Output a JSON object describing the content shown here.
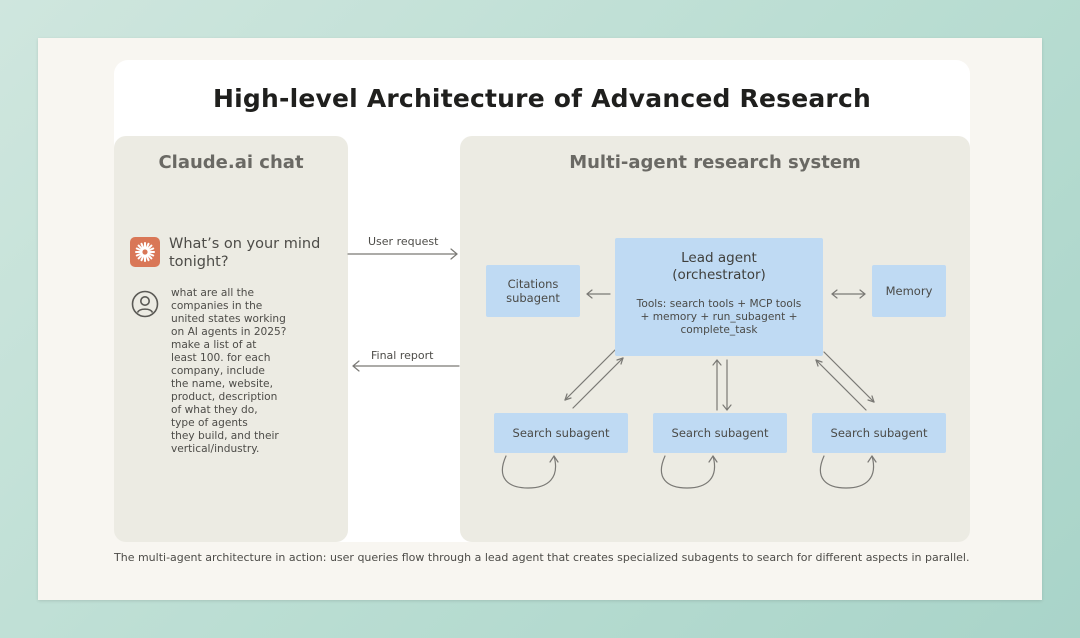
{
  "title": "High-level Architecture of Advanced Research",
  "left_panel": {
    "title": "Claude.ai chat",
    "prompt_heading": "What’s on your mind tonight?",
    "user_query": "what are all the\ncompanies in the\nunited states working\non AI agents in 2025?\nmake a list of at\nleast 100. for each\ncompany, include\nthe name, website,\nproduct, description\nof what they do,\ntype of agents\nthey build, and their\nvertical/industry."
  },
  "right_panel": {
    "title": "Multi-agent research system",
    "lead_agent": {
      "title": "Lead agent\n(orchestrator)",
      "tools": "Tools: search tools + MCP tools\n+ memory + run_subagent +\ncomplete_task"
    },
    "citations_subagent": "Citations\nsubagent",
    "memory": "Memory",
    "search_subagents": [
      "Search subagent",
      "Search subagent",
      "Search subagent"
    ]
  },
  "edges": {
    "user_request": "User request",
    "final_report": "Final report"
  },
  "caption": "The multi-agent architecture in action: user queries flow through a lead agent that creates specialized subagents to search for different aspects in parallel.",
  "colors": {
    "background": "#b9ddd2",
    "card": "#f8f6f1",
    "panel": "#ecebe3",
    "agent_box": "#bfdaf3",
    "claude_logo": "#d97757",
    "arrow": "#7a7975"
  },
  "icons": [
    "claude-logo-icon",
    "user-avatar-icon"
  ]
}
